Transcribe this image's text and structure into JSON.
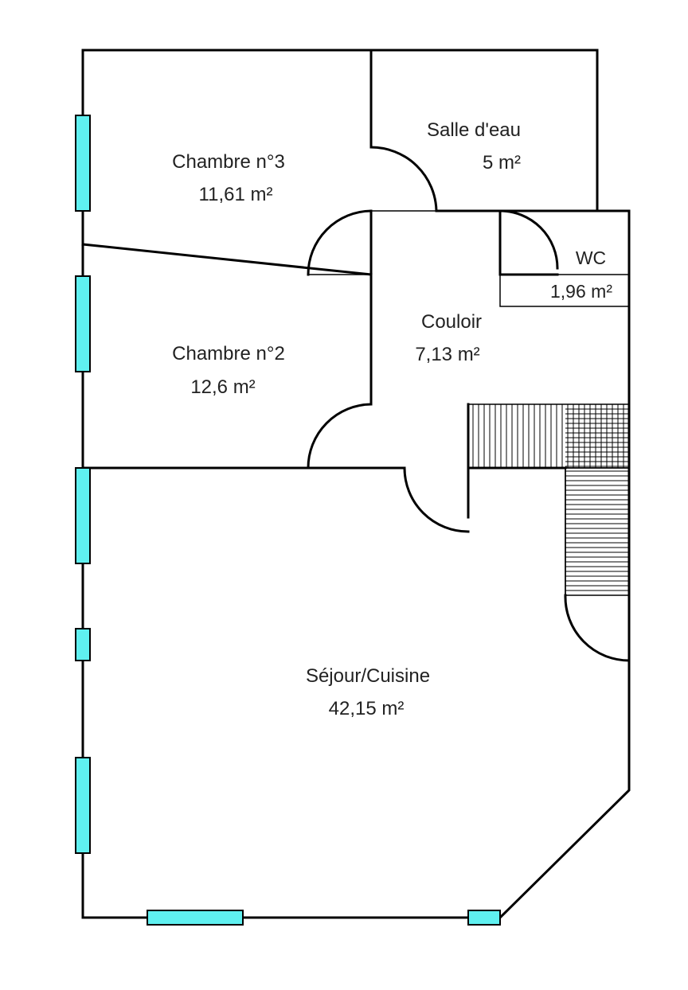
{
  "colors": {
    "wall": "#000000",
    "window": "#5ff0f0",
    "background": "#ffffff"
  },
  "rooms": [
    {
      "id": "chambre3",
      "name": "Chambre n°3",
      "area": "11,61  m²"
    },
    {
      "id": "salle-eau",
      "name": "Salle d'eau",
      "area": "5  m²"
    },
    {
      "id": "wc",
      "name": "WC",
      "area": "1,96  m²"
    },
    {
      "id": "chambre2",
      "name": "Chambre n°2",
      "area": "12,6  m²"
    },
    {
      "id": "couloir",
      "name": "Couloir",
      "area": "7,13  m²"
    },
    {
      "id": "sejour",
      "name": "Séjour/Cuisine",
      "area": "42,15  m²"
    }
  ]
}
